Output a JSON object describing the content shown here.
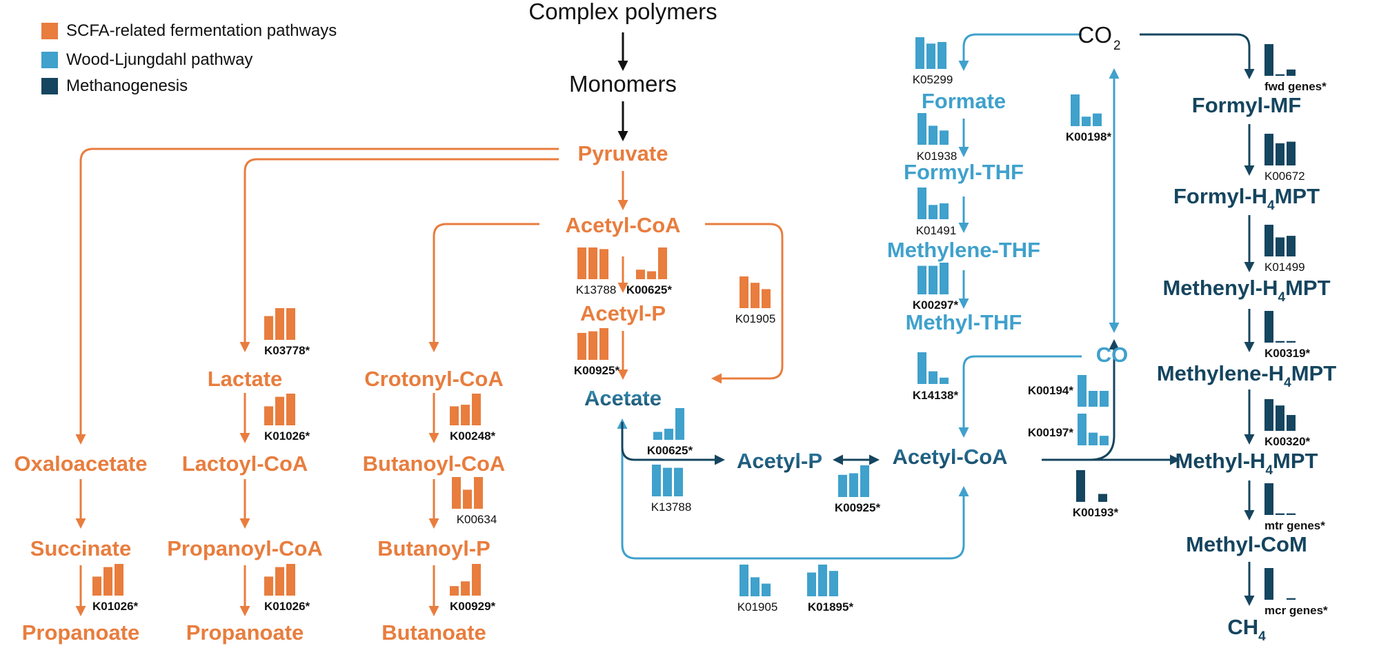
{
  "colors": {
    "scfa": "#E87D3E",
    "wood_ljungdahl": "#3FA1CC",
    "methanogenesis": "#15455F",
    "black": "#111111"
  },
  "legend": [
    {
      "label": "SCFA-related fermentation pathways",
      "color": "#E87D3E"
    },
    {
      "label": "Wood-Ljungdahl pathway",
      "color": "#3FA1CC"
    },
    {
      "label": "Methanogenesis",
      "color": "#15455F"
    }
  ],
  "nodes": {
    "complex_polymers": "Complex polymers",
    "monomers": "Monomers",
    "pyruvate": "Pyruvate",
    "acetyl_coa_scfa": "Acetyl-CoA",
    "acetyl_p_scfa": "Acetyl-P",
    "acetate": "Acetate",
    "lactate": "Lactate",
    "crotonyl_coa": "Crotonyl-CoA",
    "oxaloacetate": "Oxaloacetate",
    "lactoyl_coa": "Lactoyl-CoA",
    "butanoyl_coa": "Butanoyl-CoA",
    "succinate": "Succinate",
    "propanoyl_coa": "Propanoyl-CoA",
    "butanoyl_p": "Butanoyl-P",
    "propanoate_1": "Propanoate",
    "propanoate_2": "Propanoate",
    "butanoate": "Butanoate",
    "co2": "CO",
    "co2_sub": "2",
    "formate": "Formate",
    "formyl_thf": "Formyl-THF",
    "methylene_thf": "Methylene-THF",
    "methyl_thf": "Methyl-THF",
    "co": "CO",
    "acetyl_p_wl": "Acetyl-P",
    "acetyl_coa_wl": "Acetyl-CoA",
    "formyl_mf": "Formyl-MF",
    "formyl_h4mpt_a": "Formyl-H",
    "methenyl_h4mpt_a": "Methenyl-H",
    "methylene_h4mpt_a": "Methylene-H",
    "methyl_h4mpt_a": "Methyl-H",
    "h4mpt_sub": "4",
    "h4mpt_tail": "MPT",
    "methyl_com": "Methyl-CoM",
    "ch4": "CH",
    "ch4_sub": "4"
  },
  "genes": [
    {
      "label": "K13788",
      "values": [
        1.0,
        1.0,
        0.95
      ],
      "color": "#E87D3E",
      "bold": false
    },
    {
      "label": "K00625*",
      "values": [
        0.3,
        0.25,
        1.0
      ],
      "color": "#E87D3E",
      "bold": true
    },
    {
      "label": "K01905",
      "values": [
        1.0,
        0.8,
        0.6
      ],
      "color": "#E87D3E",
      "bold": false
    },
    {
      "label": "K00925*",
      "values": [
        0.85,
        0.9,
        1.0
      ],
      "color": "#E87D3E",
      "bold": true
    },
    {
      "label": "K03778*",
      "values": [
        0.75,
        1.0,
        1.0
      ],
      "color": "#E87D3E",
      "bold": true
    },
    {
      "label": "K01026*",
      "values": [
        0.6,
        0.9,
        1.0
      ],
      "color": "#E87D3E",
      "bold": true
    },
    {
      "label": "K00248*",
      "values": [
        0.6,
        0.65,
        1.0
      ],
      "color": "#E87D3E",
      "bold": true
    },
    {
      "label": "K00634",
      "values": [
        1.0,
        0.6,
        1.0
      ],
      "color": "#E87D3E",
      "bold": false
    },
    {
      "label": "K01026*",
      "values": [
        0.6,
        0.9,
        1.0
      ],
      "color": "#E87D3E",
      "bold": true
    },
    {
      "label": "K01026*",
      "values": [
        0.6,
        0.9,
        1.0
      ],
      "color": "#E87D3E",
      "bold": true
    },
    {
      "label": "K00929*",
      "values": [
        0.3,
        0.45,
        1.0
      ],
      "color": "#E87D3E",
      "bold": true
    },
    {
      "label": "K05299",
      "values": [
        1.0,
        0.8,
        0.85
      ],
      "color": "#3FA1CC",
      "bold": false
    },
    {
      "label": "K01938",
      "values": [
        1.0,
        0.6,
        0.45
      ],
      "color": "#3FA1CC",
      "bold": false
    },
    {
      "label": "K01491",
      "values": [
        1.0,
        0.45,
        0.5
      ],
      "color": "#3FA1CC",
      "bold": false
    },
    {
      "label": "K00297*",
      "values": [
        0.9,
        0.9,
        1.0
      ],
      "color": "#3FA1CC",
      "bold": true
    },
    {
      "label": "K00198*",
      "values": [
        1.0,
        0.3,
        0.4
      ],
      "color": "#3FA1CC",
      "bold": true
    },
    {
      "label": "K14138*",
      "values": [
        1.0,
        0.4,
        0.2
      ],
      "color": "#3FA1CC",
      "bold": true
    },
    {
      "label": "K00194*",
      "values": [
        1.0,
        0.5,
        0.5
      ],
      "color": "#3FA1CC",
      "bold": true
    },
    {
      "label": "K00197*",
      "values": [
        1.0,
        0.4,
        0.3
      ],
      "color": "#3FA1CC",
      "bold": true
    },
    {
      "label": "K00625*",
      "values": [
        0.25,
        0.35,
        1.0
      ],
      "color": "#3FA1CC",
      "bold": true
    },
    {
      "label": "K13788",
      "values": [
        1.0,
        0.9,
        0.9
      ],
      "color": "#3FA1CC",
      "bold": false
    },
    {
      "label": "K00925*",
      "values": [
        0.7,
        0.75,
        1.0
      ],
      "color": "#3FA1CC",
      "bold": true
    },
    {
      "label": "K01905",
      "values": [
        1.0,
        0.6,
        0.4
      ],
      "color": "#3FA1CC",
      "bold": false
    },
    {
      "label": "K01895*",
      "values": [
        0.75,
        1.0,
        0.8
      ],
      "color": "#3FA1CC",
      "bold": true
    },
    {
      "label": "K00193*",
      "values": [
        1.0,
        0.0,
        0.25
      ],
      "color": "#15455F",
      "bold": true
    },
    {
      "label": "fwd genes*",
      "values": [
        1.0,
        0.05,
        0.2
      ],
      "color": "#15455F",
      "bold": true
    },
    {
      "label": "K00672",
      "values": [
        1.0,
        0.7,
        0.75
      ],
      "color": "#15455F",
      "bold": false
    },
    {
      "label": "K01499",
      "values": [
        1.0,
        0.6,
        0.65
      ],
      "color": "#15455F",
      "bold": false
    },
    {
      "label": "K00319*",
      "values": [
        1.0,
        0.05,
        0.05
      ],
      "color": "#15455F",
      "bold": true
    },
    {
      "label": "K00320*",
      "values": [
        1.0,
        0.8,
        0.5
      ],
      "color": "#15455F",
      "bold": true
    },
    {
      "label": "mtr genes*",
      "values": [
        1.0,
        0.05,
        0.05
      ],
      "color": "#15455F",
      "bold": true
    },
    {
      "label": "mcr genes*",
      "values": [
        1.0,
        0.0,
        0.05
      ],
      "color": "#15455F",
      "bold": true
    }
  ]
}
